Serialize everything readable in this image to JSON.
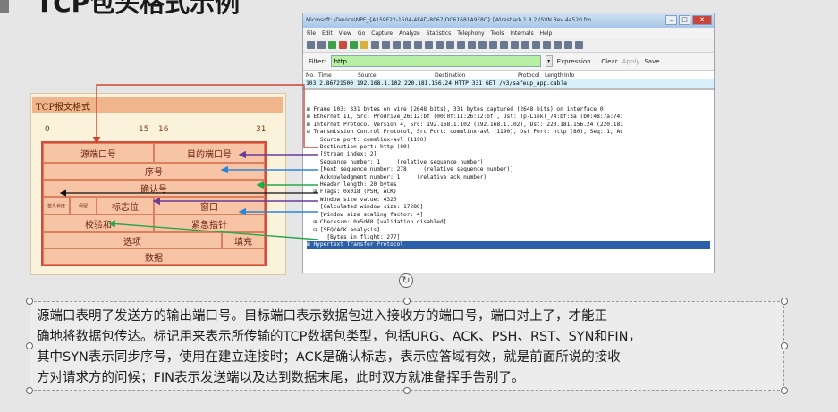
{
  "slide": {
    "title": "TCP包头格式示例"
  },
  "tcp_diagram": {
    "caption": "TCP报文格式",
    "bit_labels": [
      "0",
      "15",
      "16",
      "31"
    ],
    "fields": {
      "src_port": "源端口号",
      "dst_port": "目的端口号",
      "seq": "序号",
      "ack": "确认号",
      "hdr_len": "首头长度",
      "reserved": "保留",
      "flags": "标志位",
      "window": "窗口",
      "checksum": "校验和",
      "urgent": "紧急指针",
      "options": "选项",
      "padding": "填充",
      "data": "数据"
    }
  },
  "wireshark": {
    "window_title": "Microsoft: \\Device\\NPF_{A159F22-1504-4F4D-8067-DC61681A9F8C}  [Wireshark 1.8.2  (SVN Rev 44520 fro...",
    "window_buttons": {
      "minimize": "–",
      "maximize": "□",
      "close": "✕"
    },
    "menu": [
      "File",
      "Edit",
      "View",
      "Go",
      "Capture",
      "Analyze",
      "Statistics",
      "Telephony",
      "Tools",
      "Internals",
      "Help"
    ],
    "filter": {
      "label": "Filter:",
      "value": "http",
      "expression_btn": "Expression...",
      "clear_btn": "Clear",
      "apply_btn": "Apply",
      "save_btn": "Save"
    },
    "packet_list_headers": [
      "No.",
      "Time",
      "Source",
      "Destination",
      "Protocol",
      "Length",
      "Info"
    ],
    "packet_row": "103 2.86721500 192.168.1.102      220.181.156.24     HTTP     331 GET /v3/safeup_app.cab?a",
    "details": [
      "⊞ Frame 103: 331 bytes on wire (2648 bits), 331 bytes captured (2648 bits) on interface 0",
      "⊞ Ethernet II, Src: Prodrive_26:12:bf (00:0f:11:26:12:bf), Dst: Tp-LinkT_74:bf:3a (b0:48:7a:74:",
      "⊞ Internet Protocol Version 4, Src: 192.168.1.102 (192.168.1.102), Dst: 220.181.156.24 (220.181",
      "⊟ Transmission Control Protocol, Src Port: commlinx-avl (1190), Dst Port: http (80), Seq: 1, Ac",
      "    Source port: commlinx-avl (1190)",
      "    Destination port: http (80)",
      "    [Stream index: 2]",
      "    Sequence number: 1     (relative sequence number)",
      "    [Next sequence number: 278     (relative sequence number)]",
      "    Acknowledgment number: 1     (relative ack number)",
      "    Header length: 20 bytes",
      "  ⊞ Flags: 0x018 (PSH, ACK)",
      "    Window size value: 4320",
      "    [Calculated window size: 17280]",
      "    [Window size scaling factor: 4]",
      "  ⊞ Checksum: 0x5dd8 [validation disabled]",
      "  ⊟ [SEQ/ACK analysis]",
      "      [Bytes in flight: 277]",
      "⊞ Hypertext Transfer Protocol"
    ]
  },
  "explanation": {
    "lines": [
      "源端口表明了发送方的输出端口号。目标端口表示数据包进入接收方的端口号，端口对上了，才能正",
      "确地将数据包传达。标记用来表示所传输的TCP数据包类型，包括URG、ACK、PSH、RST、SYN和FIN，",
      "其中SYN表示同步序号，使用在建立连接时；ACK是确认标志，表示应答域有效，就是前面所说的接收",
      "方对请求方的问候；FIN表示发送端以及达到数据末尾，此时双方就准备挥手告别了。"
    ]
  },
  "colors": {
    "arrow_red": "#d0442e",
    "arrow_purple": "#6a3d9a",
    "arrow_blue": "#2a86d6",
    "arrow_green": "#27a84a",
    "arrow_black": "#111111",
    "filter_green": "#b7f0a4",
    "selection_blue": "#2c5faa"
  }
}
